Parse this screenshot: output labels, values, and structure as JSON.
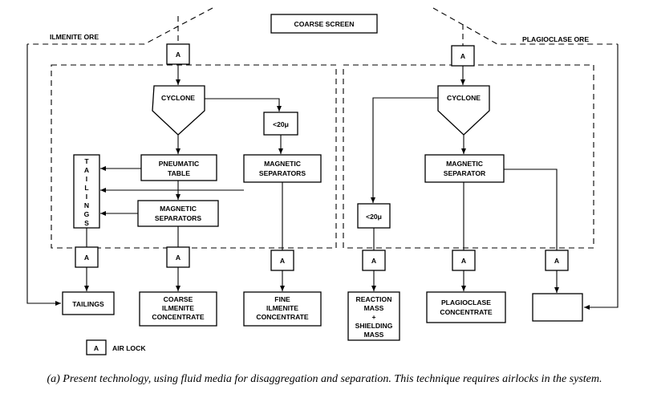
{
  "labels": {
    "coarse_screen": "COARSE SCREEN",
    "ilmenite_ore": "ILMENITE ORE",
    "plagioclase_ore": "PLAGIOCLASE ORE",
    "airlock": "A",
    "cyclone": "CYCLONE",
    "lt20": "<20μ",
    "pneumatic_table": [
      "PNEUMATIC",
      "TABLE"
    ],
    "magnetic_separators": [
      "MAGNETIC",
      "SEPARATORS"
    ],
    "magnetic_separator": [
      "MAGNETIC",
      "SEPARATOR"
    ],
    "tailings_vertical": [
      "T",
      "A",
      "I",
      "L",
      "I",
      "N",
      "G",
      "S"
    ],
    "tailings": "TAILINGS",
    "coarse_ilmenite": [
      "COARSE",
      "ILMENITE",
      "CONCENTRATE"
    ],
    "fine_ilmenite": [
      "FINE",
      "ILMENITE",
      "CONCENTRATE"
    ],
    "reaction_mass": [
      "REACTION",
      "MASS",
      "+",
      "SHIELDING",
      "MASS"
    ],
    "plagioclase_concentrate": [
      "PLAGIOCLASE",
      "CONCENTRATE"
    ],
    "legend": "AIR LOCK"
  },
  "caption": "(a) Present technology, using fluid media for disaggregation and separation. This technique requires airlocks in the system."
}
